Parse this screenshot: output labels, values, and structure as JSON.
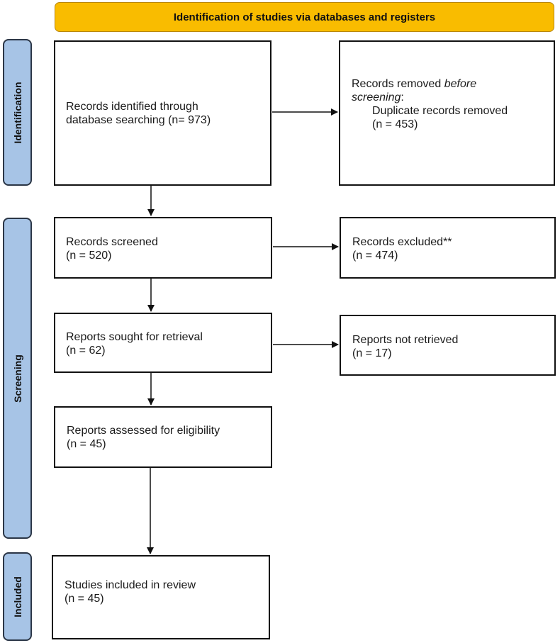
{
  "header": {
    "title": "Identification of studies via databases and registers"
  },
  "phases": {
    "identification": "Identification",
    "screening": "Screening",
    "included": "Included"
  },
  "boxes": {
    "identified": {
      "line1": "Records identified through",
      "line2": "database searching (n= 973)"
    },
    "removed": {
      "line1_prefix": "Records removed ",
      "line1_italic": "before",
      "line2_italic": "screening",
      "line2_suffix": ":",
      "line3": "Duplicate records removed",
      "line4": "(n = 453)"
    },
    "screened": {
      "line1": "Records screened",
      "line2": "(n = 520)"
    },
    "excluded": {
      "line1": "Records excluded**",
      "line2": "(n = 474)"
    },
    "sought": {
      "line1": "Reports sought for retrieval",
      "line2": "(n = 62)"
    },
    "not_retrieved": {
      "line1": "Reports not retrieved",
      "line2": "(n = 17)"
    },
    "assessed": {
      "line1": "Reports assessed for eligibility",
      "line2": "(n = 45)"
    },
    "included": {
      "line1": "Studies included in review",
      "line2": "(n = 45)"
    }
  }
}
